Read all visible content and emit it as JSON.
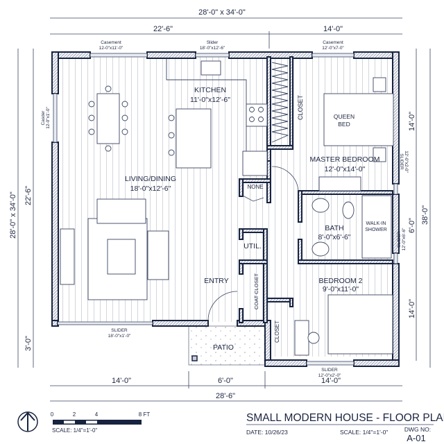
{
  "dimensions": {
    "top_overall": "28'-0\" x 34'-0\"",
    "top_left": "22'-6\"",
    "top_right": "14'-0\"",
    "left_overall": "28'-0\" x 34'-0\"",
    "left_main": "22'-6\"",
    "left_patio": "3'-0\"",
    "right_overall": "38'-0\"",
    "right_master": "14'-0\"",
    "right_bath": "6'-0\"",
    "right_bedroom2": "14'-0\"",
    "bottom_left": "14'-0\"",
    "bottom_patio": "6'-0\"",
    "bottom_right": "14'-0\"",
    "bottom_overall": "28'-6\""
  },
  "windows": {
    "top_left": {
      "type": "Casement",
      "size": "12-0\"x11'-0\""
    },
    "top_mid": {
      "type": "Slider",
      "size": "18'-0\"x12'-6\""
    },
    "top_right": {
      "type": "Casement",
      "size": "12'-0\"x7-0\""
    },
    "left": {
      "type": "Casder",
      "size": "12-0\"x1'-0\""
    },
    "right_master": {
      "type": "SLIDER",
      "size": "12'-0\"x2-0\""
    },
    "right_bath": {
      "type": "SLIDER",
      "size": "12'-0\"x6'-6\""
    },
    "bottom_living": {
      "type": "SLIDER",
      "size": "18'-0\"x1'-0\""
    },
    "bottom_bedroom2": {
      "type": "SLIDER",
      "size": "12'-0\"x2'-0\""
    }
  },
  "rooms": {
    "kitchen": {
      "name": "KITCHEN",
      "size": "11'-0\"x12'-6\""
    },
    "living": {
      "name": "LIVING/DINING",
      "size": "18'-0\"x12'-6\""
    },
    "master": {
      "name": "MASTER BEDROOM",
      "size": "12'-0\"x14'-0\""
    },
    "bed": {
      "line1": "QUEEN",
      "line2": "BED"
    },
    "master_closet": "CLOSET",
    "none": "NONE",
    "util": "UTIL.",
    "bath": {
      "name": "BATH",
      "size": "8'-0\"x6'-6\""
    },
    "shower": {
      "line1": "WALK-IN",
      "line2": "SHOWER"
    },
    "entry": "ENTRY",
    "coat_closet": "COAT CLOSET",
    "bedroom2": {
      "name": "BEDROOM 2",
      "size": "9'-0\"x11'-0\""
    },
    "bedroom2_closet": "CLOSET",
    "patio": "PATIO"
  },
  "scale_bar": {
    "ticks": [
      "0",
      "2",
      "4",
      "8 FT"
    ],
    "label": "SCALE: 1/4\"=1'-0\""
  },
  "title_block": {
    "title": "SMALL MODERN HOUSE - FLOOR PLAN",
    "date": "DATE: 10/26/23",
    "scale": "SCALE: 1/4\"=1'-0\"",
    "dwg_label": "DWG NO:",
    "dwg_no": "A-01"
  },
  "colors": {
    "wall": "#17233f",
    "line": "#3a4460"
  }
}
